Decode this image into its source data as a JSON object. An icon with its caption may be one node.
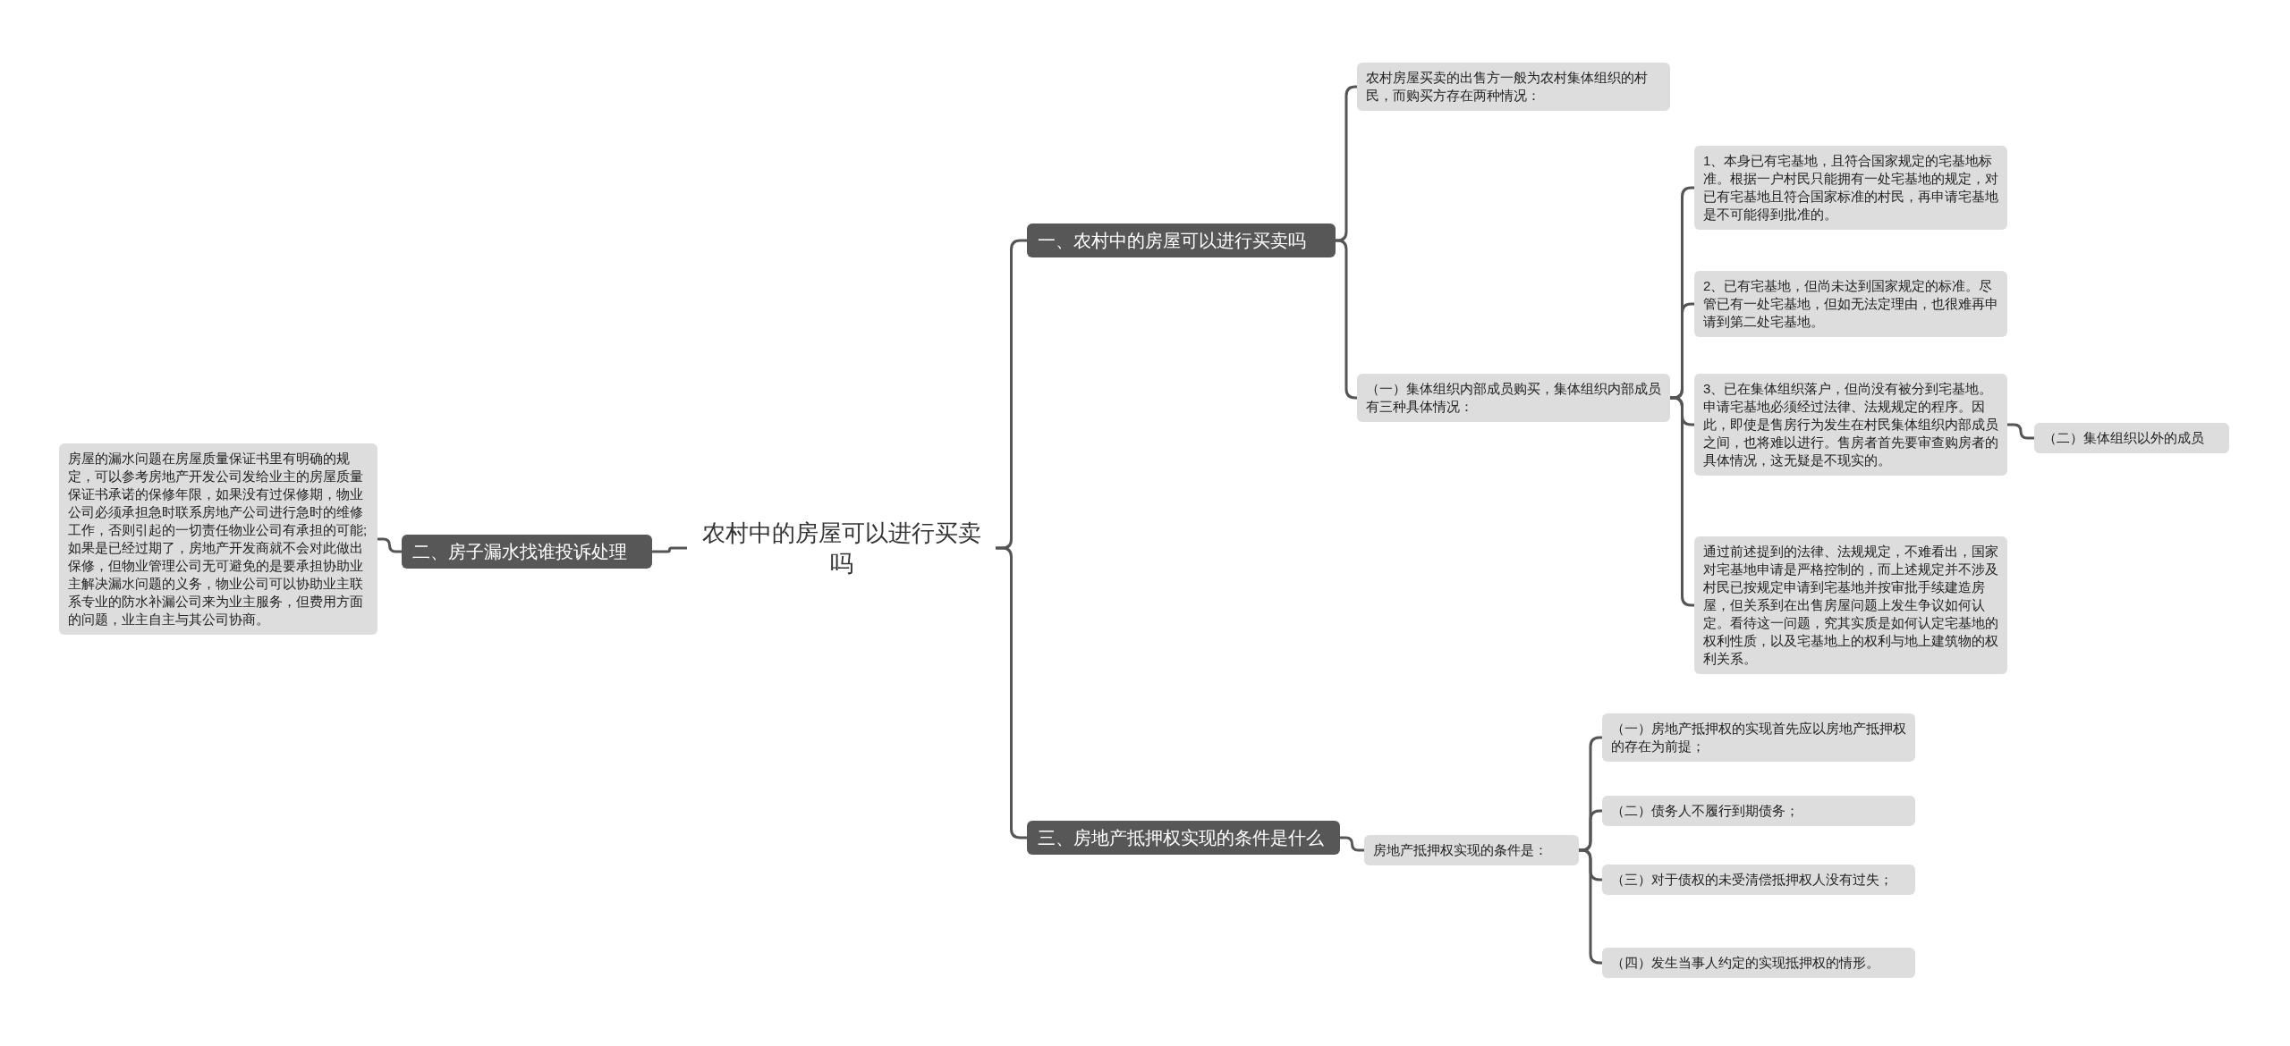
{
  "diagram": {
    "nodes": [
      {
        "text": [
          "农村中的房屋可以进行买卖吗"
        ]
      },
      {
        "text": [
          "一、农村中的房屋可以进行买卖吗"
        ]
      },
      {
        "text": [
          "农村房屋买卖的出售方一般为农村集体组织的村民，而购买方存在两种情况："
        ]
      },
      {
        "text": [
          "（一）集体组织内部成员购买，集体组织内部成员有三种具体情况："
        ]
      },
      {
        "text": [
          "1、本身已有宅基地，且符合国家规定的宅基地标准。根据一户村民只能拥有一处宅基地的规定，对已有宅基地且符合国家标准的村民，再申请宅基地是不可能得到批准的。"
        ]
      },
      {
        "text": [
          "2、已有宅基地，但尚未达到国家规定的标准。尽管已有一处宅基地，但如无法定理由，也很难再申请到第二处宅基地。"
        ]
      },
      {
        "text": [
          "3、已在集体组织落户，但尚没有被分到宅基地。申请宅基地必须经过法律、法规规定的程序。因此，即使是售房行为发生在村民集体组织内部成员之间，也将难以进行。售房者首先要审查购房者的具体情况，这无疑是不现实的。"
        ]
      },
      {
        "text": [
          "通过前述提到的法律、法规规定，不难看出，国家对宅基地申请是严格控制的，而上述规定并不涉及村民已按规定申请到宅基地并按审批手续建造房屋，但关系到在出售房屋问题上发生争议如何认定。看待这一问题，究其实质是如何认定宅基地的权利性质，以及宅基地上的权利与地上建筑物的权利关系。"
        ]
      },
      {
        "text": [
          "（二）集体组织以外的成员"
        ]
      },
      {
        "text": [
          "三、房地产抵押权实现的条件是什么"
        ]
      },
      {
        "text": [
          "房地产抵押权实现的条件是："
        ]
      },
      {
        "text": [
          "（一）房地产抵押权的实现首先应以房地产抵押权的存在为前提；"
        ]
      },
      {
        "text": [
          "（二）债务人不履行到期债务；"
        ]
      },
      {
        "text": [
          "（三）对于债权的未受清偿抵押权人没有过失；"
        ]
      },
      {
        "text": [
          "（四）发生当事人约定的实现抵押权的情形。"
        ]
      },
      {
        "text": [
          "二、房子漏水找谁投诉处理"
        ]
      },
      {
        "text": [
          "房屋的漏水问题在房屋质量保证书里有明确的规定，可以参考房地产开发公司发给业主的房屋质量保证书承诺的保修年限，如果没有过保修期，物业公司必须承担急时联系房地产公司进行急时的维修工作，否则引起的一切责任物业公司有承担的可能;如果是已经过期了，房地产开发商就不会对此做出保修，但物业管理公司无可避免的是要承担协助业主解决漏水问题的义务，物业公司可以协助业主联系专业的防水补漏公司来为业主服务，但费用方面的问题，业主自主与其公司协商。"
        ]
      }
    ],
    "edges": [
      {
        "from": 0,
        "to": 1,
        "arrow": "none"
      },
      {
        "from": 1,
        "to": 2,
        "arrow": "none"
      },
      {
        "from": 1,
        "to": 3,
        "arrow": "none"
      },
      {
        "from": 3,
        "to": 4,
        "arrow": "none"
      },
      {
        "from": 3,
        "to": 5,
        "arrow": "none"
      },
      {
        "from": 3,
        "to": 6,
        "arrow": "none"
      },
      {
        "from": 3,
        "to": 7,
        "arrow": "none"
      },
      {
        "from": 6,
        "to": 8,
        "arrow": "none"
      },
      {
        "from": 0,
        "to": 9,
        "arrow": "none"
      },
      {
        "from": 9,
        "to": 10,
        "arrow": "none"
      },
      {
        "from": 10,
        "to": 11,
        "arrow": "none"
      },
      {
        "from": 10,
        "to": 12,
        "arrow": "none"
      },
      {
        "from": 10,
        "to": 13,
        "arrow": "none"
      },
      {
        "from": 10,
        "to": 14,
        "arrow": "none"
      },
      {
        "from": 0,
        "to": 15,
        "arrow": "none"
      },
      {
        "from": 15,
        "to": 16,
        "arrow": "none"
      }
    ]
  }
}
